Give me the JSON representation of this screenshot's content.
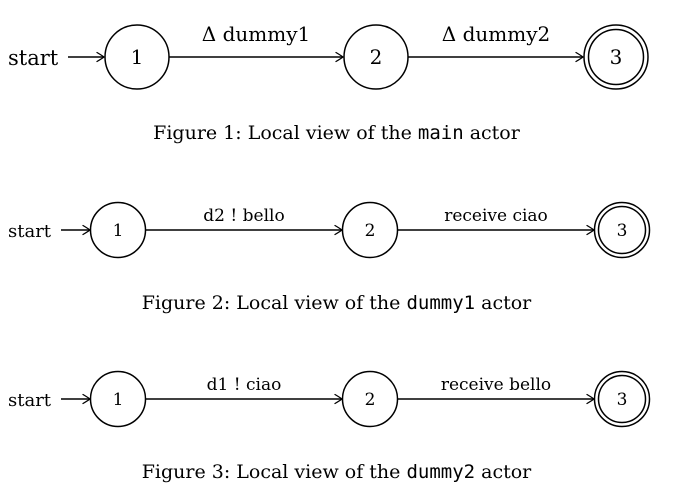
{
  "figures": [
    {
      "start_label": "start",
      "states": [
        "1",
        "2",
        "3"
      ],
      "transitions": [
        "Δ dummy1",
        "Δ dummy2"
      ],
      "accepting_state": "3",
      "caption": {
        "prefix": "Figure 1: Local view of the",
        "actor": "main",
        "suffix": "actor"
      }
    },
    {
      "start_label": "start",
      "states": [
        "1",
        "2",
        "3"
      ],
      "transitions": [
        "d2 ! bello",
        "receive ciao"
      ],
      "accepting_state": "3",
      "caption": {
        "prefix": "Figure 2: Local view of the",
        "actor": "dummy1",
        "suffix": "actor"
      }
    },
    {
      "start_label": "start",
      "states": [
        "1",
        "2",
        "3"
      ],
      "transitions": [
        "d1 ! ciao",
        "receive bello"
      ],
      "accepting_state": "3",
      "caption": {
        "prefix": "Figure 3: Local view of the",
        "actor": "dummy2",
        "suffix": "actor"
      }
    }
  ]
}
